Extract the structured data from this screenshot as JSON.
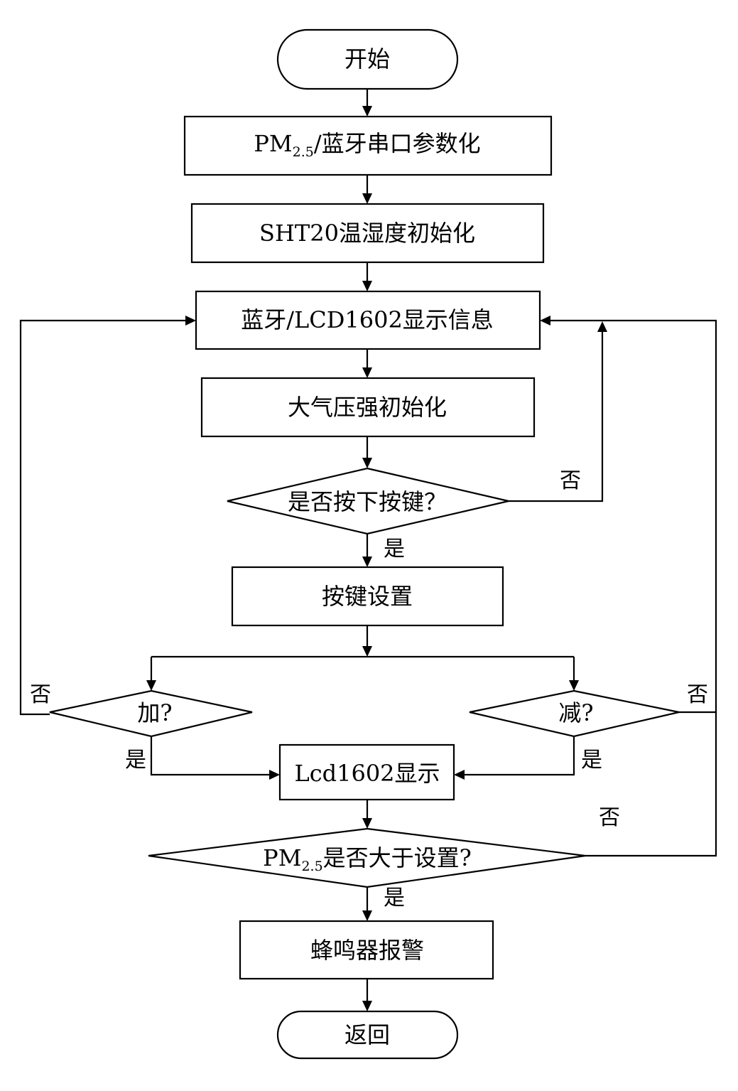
{
  "nodes": {
    "start": "开始",
    "serial_init_pm": "PM",
    "serial_init_sub": "2.5",
    "serial_init_rest": "/蓝牙串口参数化",
    "sht20_init": "SHT20温湿度初始化",
    "display_info": "蓝牙/LCD1602显示信息",
    "pressure_init": "大气压强初始化",
    "key_pressed": "是否按下按键？",
    "key_setting": "按键设置",
    "increase": "加?",
    "decrease": "减?",
    "lcd_display": "Lcd1602显示",
    "pm_compare_pm": "PM",
    "pm_compare_sub": "2.5",
    "pm_compare_rest": "是否大于设置?",
    "buzzer_alarm": "蜂鸣器报警",
    "return": "返回"
  },
  "edge_labels": {
    "key_no": "否",
    "key_yes": "是",
    "increase_no": "否",
    "increase_yes": "是",
    "decrease_no": "否",
    "decrease_yes": "是",
    "compare_no": "否",
    "compare_yes": "是"
  }
}
